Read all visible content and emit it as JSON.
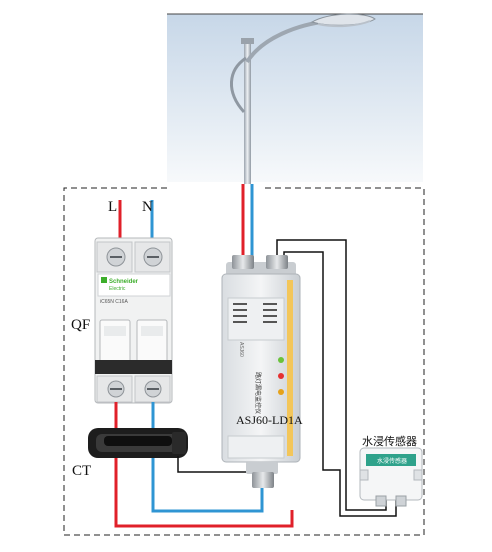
{
  "labels": {
    "live": "L",
    "neutral": "N",
    "breaker": "QF",
    "ct": "CT",
    "device_model": "ASJ60-LD1A",
    "sensor": "水浸传感器"
  },
  "breaker": {
    "brand": "Schneider",
    "brand_sub": "Electric",
    "rating": "iC65N C16A"
  },
  "device": {
    "front_caption": "路灯漏电监控仪",
    "side_mark": "ASJ60",
    "indicator_colors": [
      "#6ac23b",
      "#e53030",
      "#e5a21a"
    ]
  },
  "sensor_panel": {
    "caption": "水浸传感器"
  },
  "colors": {
    "live_wire": "#e0202a",
    "neutral_wire": "#2f95d3",
    "signal_wire": "#111111",
    "sky_top": "#c5d6e6",
    "accent_strip": "#f3c65a"
  }
}
